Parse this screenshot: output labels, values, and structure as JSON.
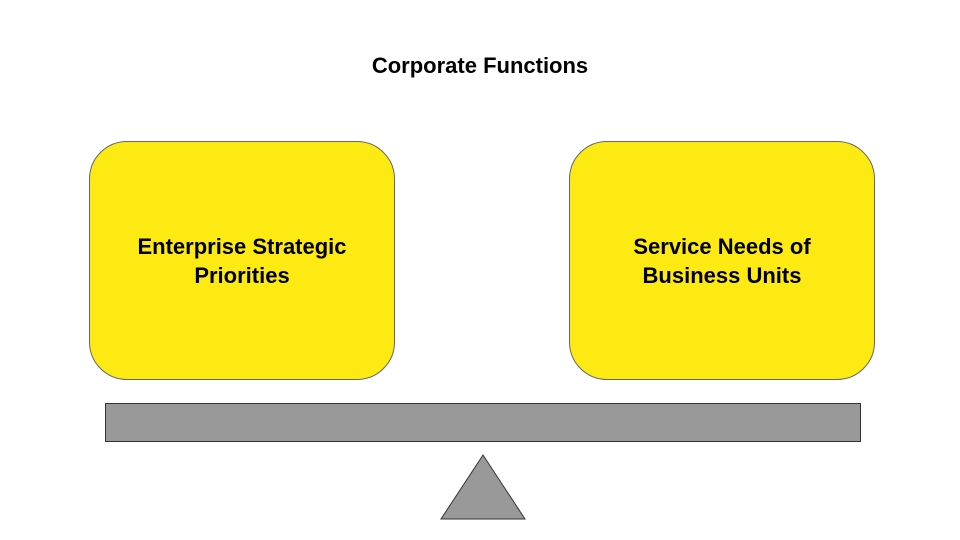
{
  "title": "Corporate Functions",
  "left_box": {
    "label": "Enterprise Strategic Priorities"
  },
  "right_box": {
    "label": "Service Needs of Business Units"
  },
  "colors": {
    "box_fill": "#fdea12",
    "beam_fill": "#999999",
    "fulcrum_fill": "#999999"
  }
}
